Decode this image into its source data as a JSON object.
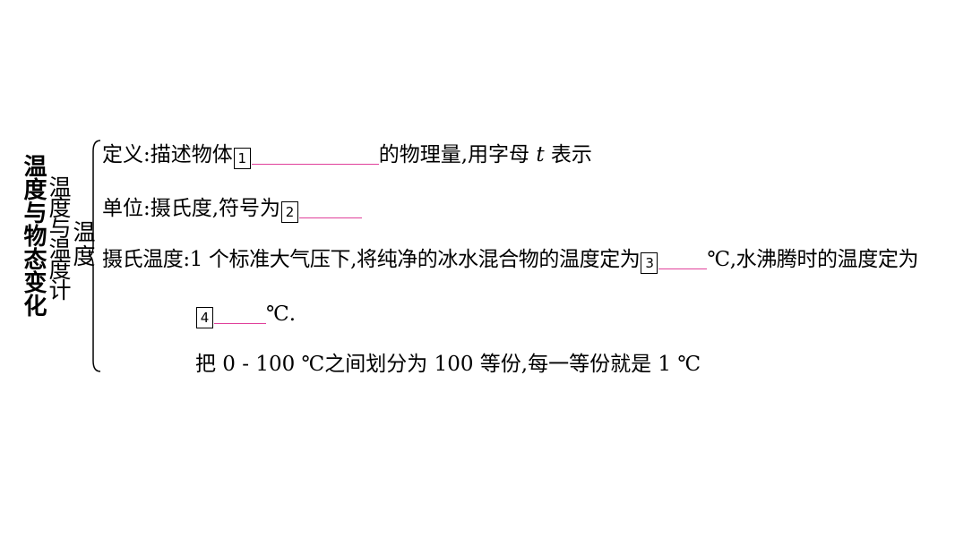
{
  "topic": {
    "main": "温度与物态变化",
    "sub": "温度与温度计",
    "section": "温度"
  },
  "lines": {
    "definition": {
      "lead": "定义:描述物体",
      "box": "1",
      "after": "的物理量,用字母 ",
      "var": "t",
      "tail": " 表示"
    },
    "unit": {
      "lead": "单位:摄氏度,符号为",
      "box": "2"
    },
    "celsius": {
      "lead": "摄氏温度:1 个标准大气压下,将纯净的冰水混合物的温度定为",
      "box": "3",
      "mid": "℃,水沸腾时的温度定为"
    },
    "celsius_cont": {
      "box": "4",
      "tail": "℃."
    },
    "division": {
      "text": "把 0 - 100 ℃之间划分为 100 等份,每一等份就是 1 ℃"
    }
  },
  "colors": {
    "blank_underline": "#e0409a",
    "text": "#000000"
  }
}
